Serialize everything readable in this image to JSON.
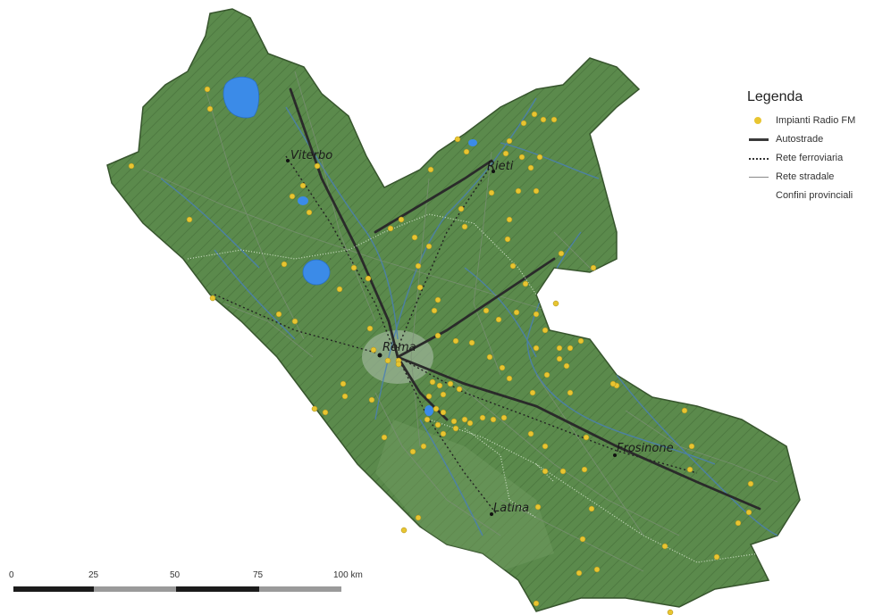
{
  "legend": {
    "title": "Legenda",
    "items": [
      {
        "label": "Impianti Radio FM",
        "symbol": "yellow-dot"
      },
      {
        "label": "Autostrade",
        "symbol": "thick-line"
      },
      {
        "label": "Rete ferroviaria",
        "symbol": "dotted-line"
      },
      {
        "label": "Rete stradale",
        "symbol": "thin-line"
      },
      {
        "label": "Confini provinciali",
        "symbol": "none"
      }
    ]
  },
  "cities": [
    "Viterbo",
    "Rieti",
    "Roma",
    "Frosinone",
    "Latina"
  ],
  "scale_bar": {
    "ticks": [
      "0",
      "25",
      "50",
      "75",
      "100 km"
    ]
  },
  "colors": {
    "land": "#5d8a4e",
    "water": "#3b8be8",
    "station": "#e8c531",
    "highway": "#2a2a2a"
  }
}
